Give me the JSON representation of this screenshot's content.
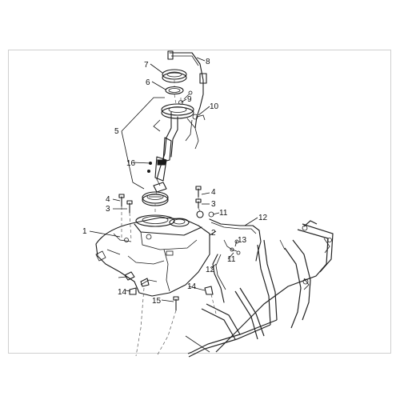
{
  "diagram": {
    "callouts": [
      {
        "id": "c1",
        "text": "1"
      },
      {
        "id": "c2",
        "text": "2"
      },
      {
        "id": "c3a",
        "text": "3"
      },
      {
        "id": "c3b",
        "text": "3"
      },
      {
        "id": "c4a",
        "text": "4"
      },
      {
        "id": "c4b",
        "text": "4"
      },
      {
        "id": "c5",
        "text": "5"
      },
      {
        "id": "c6",
        "text": "6"
      },
      {
        "id": "c7",
        "text": "7"
      },
      {
        "id": "c8",
        "text": "8"
      },
      {
        "id": "c9",
        "text": "9"
      },
      {
        "id": "c10",
        "text": "10"
      },
      {
        "id": "c11a",
        "text": "11"
      },
      {
        "id": "c11b",
        "text": "11"
      },
      {
        "id": "c12a",
        "text": "12"
      },
      {
        "id": "c12b",
        "text": "12"
      },
      {
        "id": "c13",
        "text": "13"
      },
      {
        "id": "c14a",
        "text": "14"
      },
      {
        "id": "c14b",
        "text": "14"
      },
      {
        "id": "c15",
        "text": "15"
      },
      {
        "id": "c16",
        "text": "16"
      }
    ]
  }
}
